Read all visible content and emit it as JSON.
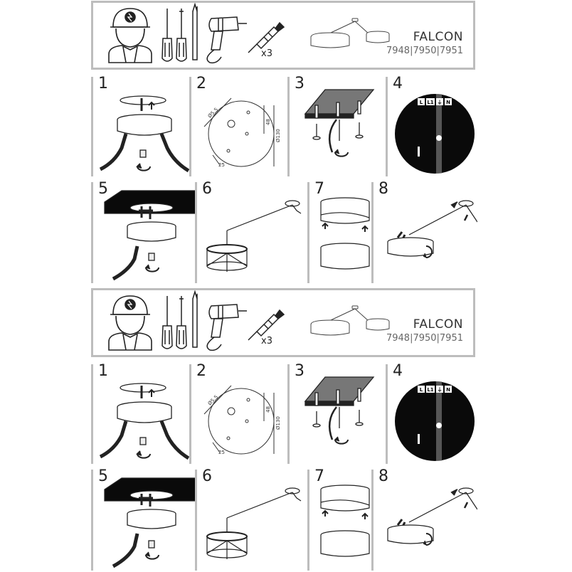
{
  "sheets": [
    {
      "brand": {
        "name": "FALCON",
        "codes": "7948|7950|7951"
      },
      "anchor_count": "x3",
      "steps": [
        "1",
        "2",
        "3",
        "4",
        "5",
        "6",
        "7",
        "8"
      ],
      "step2_dims": {
        "d1": "Ø5,5",
        "d2": "48",
        "d3": "25",
        "d4": "Ø130"
      },
      "step4_labels": {
        "l": "L",
        "l1": "L1",
        "earth": "⏚",
        "n": "N"
      }
    },
    {
      "brand": {
        "name": "FALCON",
        "codes": "7948|7950|7951"
      },
      "anchor_count": "x3",
      "steps": [
        "1",
        "2",
        "3",
        "4",
        "5",
        "6",
        "7",
        "8"
      ],
      "step2_dims": {
        "d1": "Ø5,5",
        "d2": "48",
        "d3": "25",
        "d4": "Ø130"
      },
      "step4_labels": {
        "l": "L",
        "l1": "L1",
        "earth": "⏚",
        "n": "N"
      }
    }
  ]
}
